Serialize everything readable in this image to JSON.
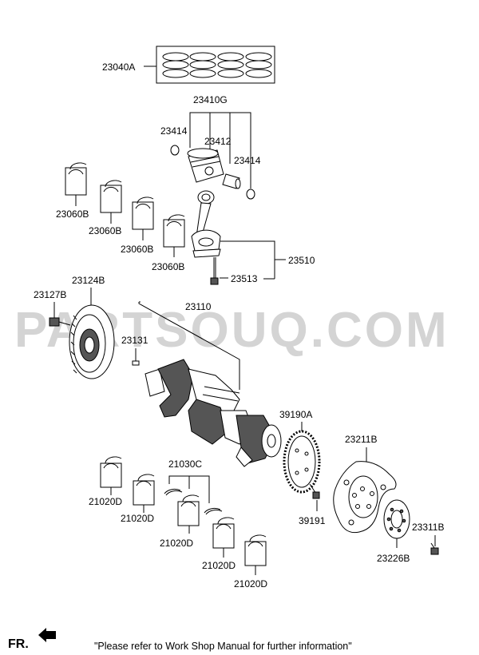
{
  "watermark": "PARTSOUQ.COM",
  "footer_note": "\"Please refer to Work Shop Manual for further information\"",
  "front_marker": "FR.",
  "callouts": {
    "piston_rings": "23040A",
    "piston_assembly": "23410G",
    "snap_ring_left": "23414",
    "piston_pin": "23412",
    "snap_ring_right": "23414",
    "rod_bearing_1": "23060B",
    "rod_bearing_2": "23060B",
    "rod_bearing_3": "23060B",
    "rod_bearing_4": "23060B",
    "connecting_rod": "23510",
    "rod_bolt": "23513",
    "pulley_bolt": "23127B",
    "damper_pulley": "23124B",
    "crankshaft": "23110",
    "key": "23131",
    "target_wheel": "39190A",
    "target_wheel_bolt": "39191",
    "drive_plate": "23211B",
    "adapter_plate": "23226B",
    "drive_plate_bolt": "23311B",
    "thrust_washer": "21030C",
    "main_bearing_1": "21020D",
    "main_bearing_2": "21020D",
    "main_bearing_3": "21020D",
    "main_bearing_4": "21020D",
    "main_bearing_5": "21020D"
  }
}
